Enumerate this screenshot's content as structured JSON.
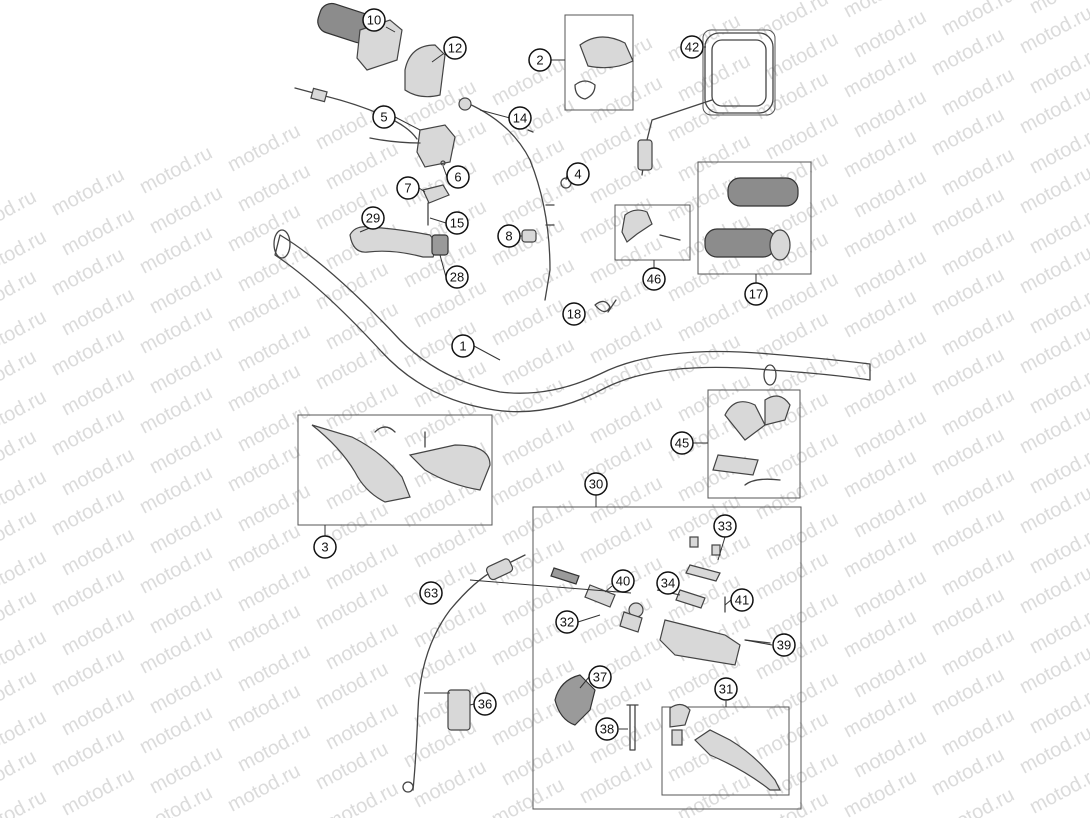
{
  "watermark": "motod.ru",
  "colors": {
    "line": "#444444",
    "background": "#ffffff",
    "watermark": "#cfcfcf"
  },
  "callouts": [
    {
      "id": "10",
      "label": "10"
    },
    {
      "id": "12",
      "label": "12"
    },
    {
      "id": "2",
      "label": "2"
    },
    {
      "id": "42",
      "label": "42"
    },
    {
      "id": "5",
      "label": "5"
    },
    {
      "id": "14",
      "label": "14"
    },
    {
      "id": "6",
      "label": "6"
    },
    {
      "id": "7",
      "label": "7"
    },
    {
      "id": "4",
      "label": "4"
    },
    {
      "id": "29",
      "label": "29"
    },
    {
      "id": "15",
      "label": "15"
    },
    {
      "id": "8",
      "label": "8"
    },
    {
      "id": "28",
      "label": "28"
    },
    {
      "id": "46",
      "label": "46"
    },
    {
      "id": "17",
      "label": "17"
    },
    {
      "id": "18",
      "label": "18"
    },
    {
      "id": "1",
      "label": "1"
    },
    {
      "id": "45",
      "label": "45"
    },
    {
      "id": "30",
      "label": "30"
    },
    {
      "id": "3",
      "label": "3"
    },
    {
      "id": "33",
      "label": "33"
    },
    {
      "id": "40",
      "label": "40"
    },
    {
      "id": "34",
      "label": "34"
    },
    {
      "id": "41",
      "label": "41"
    },
    {
      "id": "63",
      "label": "63"
    },
    {
      "id": "32",
      "label": "32"
    },
    {
      "id": "39",
      "label": "39"
    },
    {
      "id": "37",
      "label": "37"
    },
    {
      "id": "31",
      "label": "31"
    },
    {
      "id": "36",
      "label": "36"
    },
    {
      "id": "38",
      "label": "38"
    }
  ]
}
